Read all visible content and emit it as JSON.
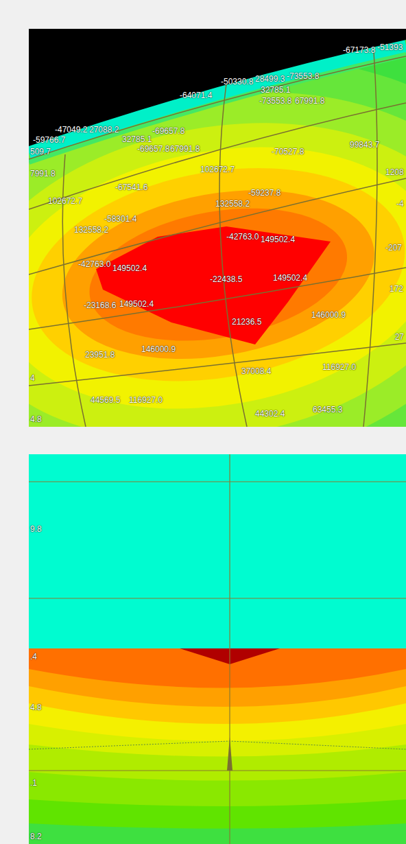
{
  "diagram": {
    "labels": [
      "-67173.8",
      "-51393",
      "-50330.8",
      "28499.3",
      "-73553.8",
      "32785.1",
      "-64071.4",
      "-73553.8",
      "67991.8",
      "-47049.2",
      "27088.2",
      "32785.1",
      "-69657.8",
      "-59766.7",
      "-69657.8",
      "67991.8",
      "-70527.8",
      "99843.7",
      "509.7",
      "7991.8",
      "102672.7",
      "1208",
      "-67541.6",
      "102672.7",
      "-59237.8",
      "132558.2",
      "-4",
      "-58301.4",
      "132558.2",
      "-42763.0",
      "149502.4",
      "-207",
      "-42763.0",
      "149502.4",
      "-22438.5",
      "149502.4",
      "172",
      "-23168.6",
      "149502.4",
      "21236.5",
      "146000.9",
      "27",
      "23951.8",
      "146000.9",
      "37008.4",
      "116927.0",
      "4",
      "44569.5",
      "116927.0",
      "44302.4",
      "63455.3",
      "4.8",
      "9.8",
      ".4",
      "4.8",
      ".1",
      "8.2"
    ]
  }
}
